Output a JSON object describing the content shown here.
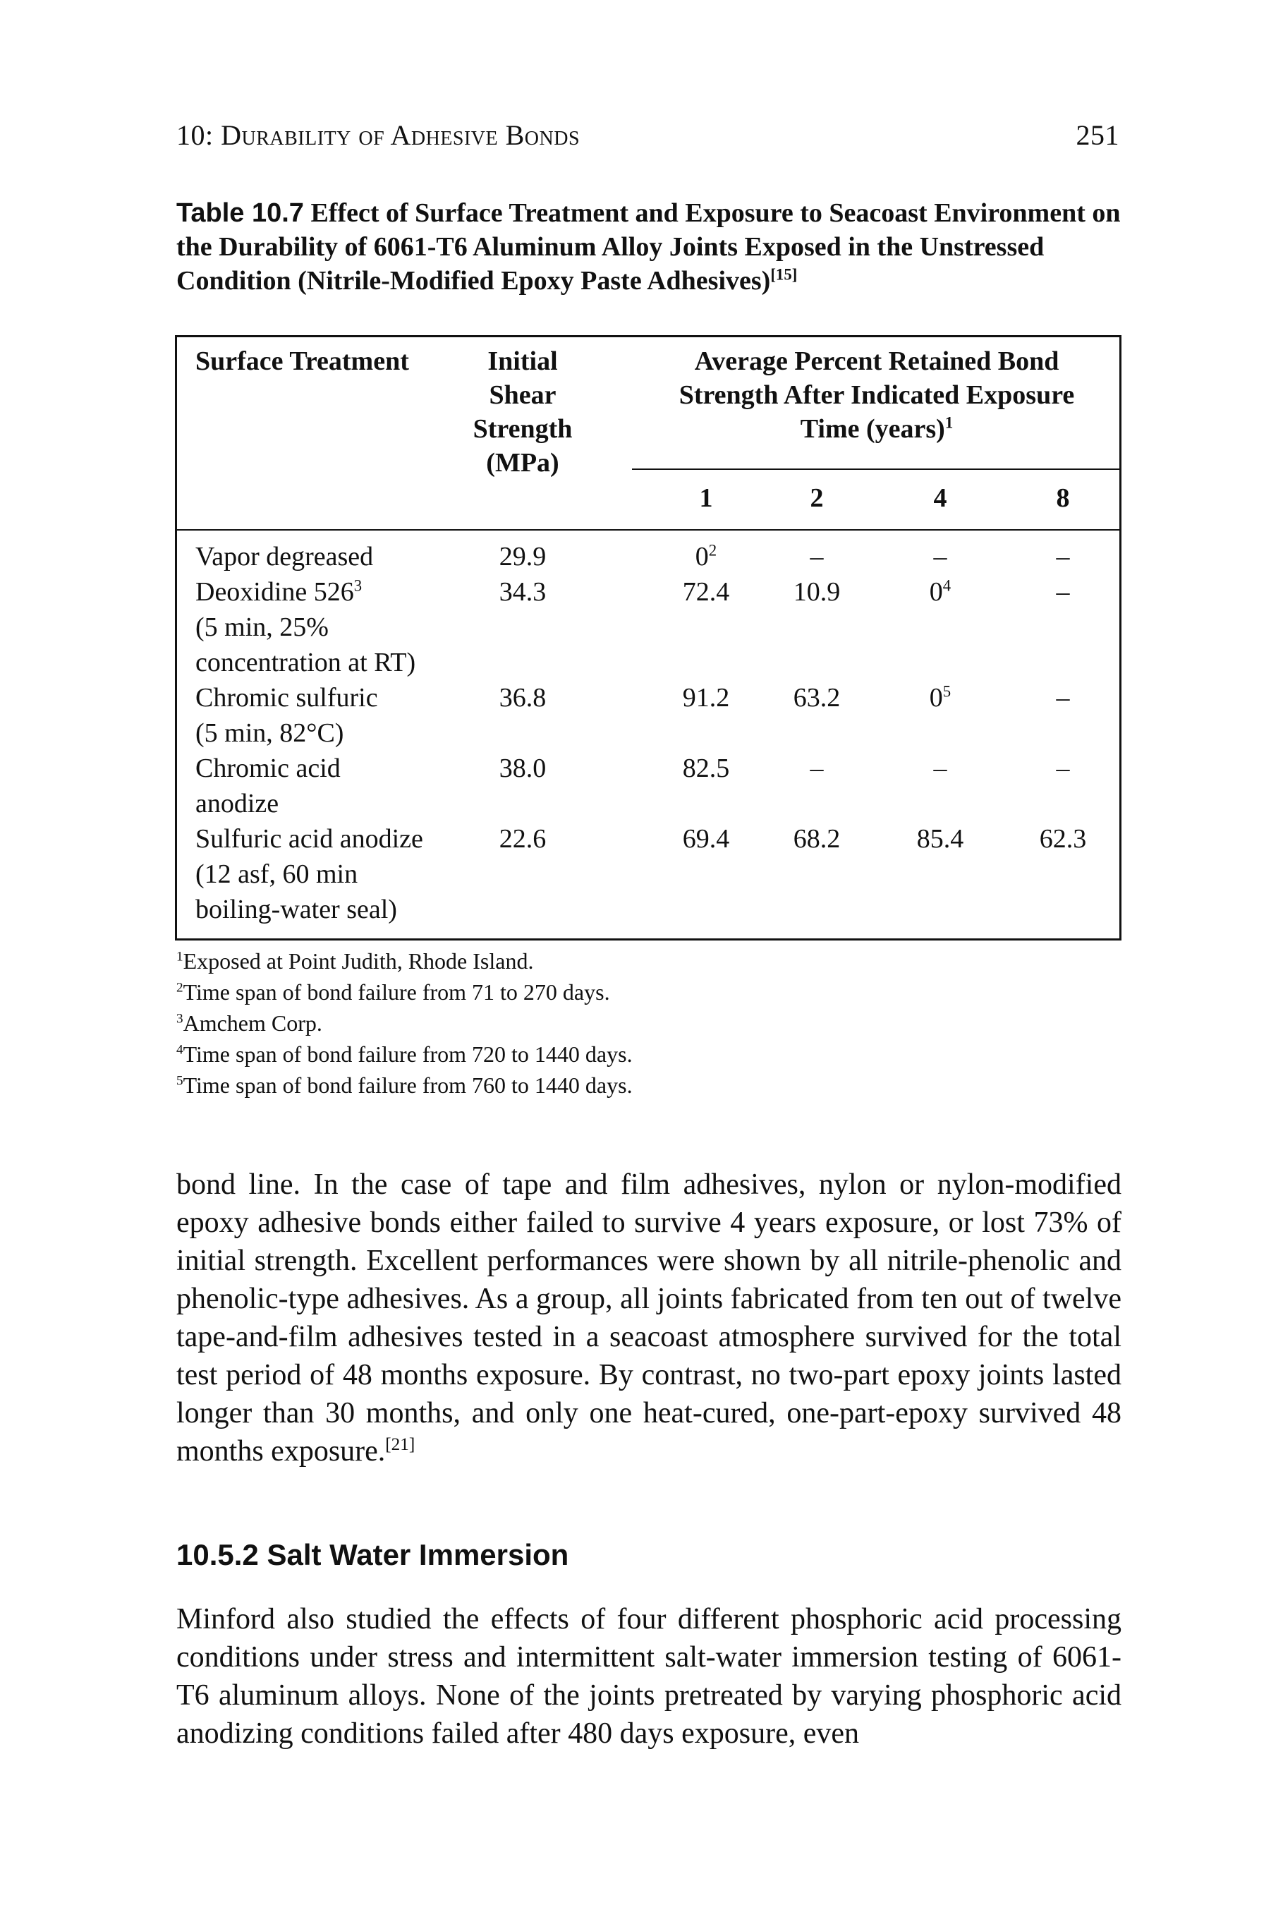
{
  "header": {
    "chapter_number": "10:",
    "chapter_title": "Durability of Adhesive Bonds",
    "page_number": "251"
  },
  "table": {
    "label": "Table 10.7",
    "caption": "Effect of Surface Treatment and Exposure to Seacoast Environment on the Durability of 6061-T6 Aluminum Alloy Joints Exposed in the Unstressed Condition (Nitrile-Modified Epoxy Paste Adhesives)",
    "caption_ref": "[15]",
    "col_surface": "Surface Treatment",
    "col_initial": [
      "Initial",
      "Shear",
      "Strength",
      "(MPa)"
    ],
    "col_average": [
      "Average Percent Retained Bond",
      "Strength After Indicated Exposure",
      "Time (years)"
    ],
    "col_average_sup": "1",
    "years": [
      "1",
      "2",
      "4",
      "8"
    ],
    "rows": [
      {
        "treatment": [
          "Vapor degreased"
        ],
        "treatment_sup": "",
        "initial": "29.9",
        "y1": "0",
        "y1_sup": "2",
        "y2": "–",
        "y2_sup": "",
        "y4": "–",
        "y4_sup": "",
        "y8": "–"
      },
      {
        "treatment": [
          "Deoxidine 526",
          "(5 min, 25%",
          "concentration at RT)"
        ],
        "treatment_sup": "3",
        "initial": "34.3",
        "y1": "72.4",
        "y1_sup": "",
        "y2": "10.9",
        "y2_sup": "",
        "y4": "0",
        "y4_sup": "4",
        "y8": "–"
      },
      {
        "treatment": [
          "Chromic sulfuric",
          "(5 min, 82°C)"
        ],
        "treatment_sup": "",
        "initial": "36.8",
        "y1": "91.2",
        "y1_sup": "",
        "y2": "63.2",
        "y2_sup": "",
        "y4": "0",
        "y4_sup": "5",
        "y8": "–"
      },
      {
        "treatment": [
          "Chromic acid",
          "anodize"
        ],
        "treatment_sup": "",
        "initial": "38.0",
        "y1": "82.5",
        "y1_sup": "",
        "y2": "–",
        "y2_sup": "",
        "y4": "–",
        "y4_sup": "",
        "y8": "–"
      },
      {
        "treatment": [
          "Sulfuric acid anodize",
          "(12 asf, 60 min",
          "boiling-water seal)"
        ],
        "treatment_sup": "",
        "initial": "22.6",
        "y1": "69.4",
        "y1_sup": "",
        "y2": "68.2",
        "y2_sup": "",
        "y4": "85.4",
        "y4_sup": "",
        "y8": "62.3"
      }
    ],
    "footnotes": [
      {
        "mark": "1",
        "text": "Exposed at Point Judith, Rhode Island."
      },
      {
        "mark": "2",
        "text": "Time span of bond failure from 71 to 270 days."
      },
      {
        "mark": "3",
        "text": "Amchem Corp."
      },
      {
        "mark": "4",
        "text": "Time span of bond failure from 720 to 1440 days."
      },
      {
        "mark": "5",
        "text": "Time span of bond failure from 760 to 1440 days."
      }
    ]
  },
  "paragraph1": {
    "text": "bond line. In the case of tape and film adhesives, nylon or nylon-modified epoxy adhesive bonds either failed to survive 4 years exposure, or lost 73% of initial strength. Excellent performances were shown by all nitrile-phenolic and phenolic-type adhesives. As a group, all joints fabricated from ten out of twelve tape-and-film adhesives tested in a seacoast atmosphere survived for the total test period of 48 months exposure. By contrast, no two-part epoxy joints lasted longer than 30 months, and only one heat-cured, one-part-epoxy survived 48 months exposure.",
    "ref": "[21]"
  },
  "section": {
    "heading": "10.5.2 Salt Water Immersion"
  },
  "paragraph2": {
    "text": "Minford also studied the effects of four different phosphoric acid processing conditions under stress and intermittent salt-water immersion testing of 6061-T6 aluminum alloys. None of the joints pretreated by varying phosphoric acid anodizing conditions failed after 480 days exposure, even"
  }
}
